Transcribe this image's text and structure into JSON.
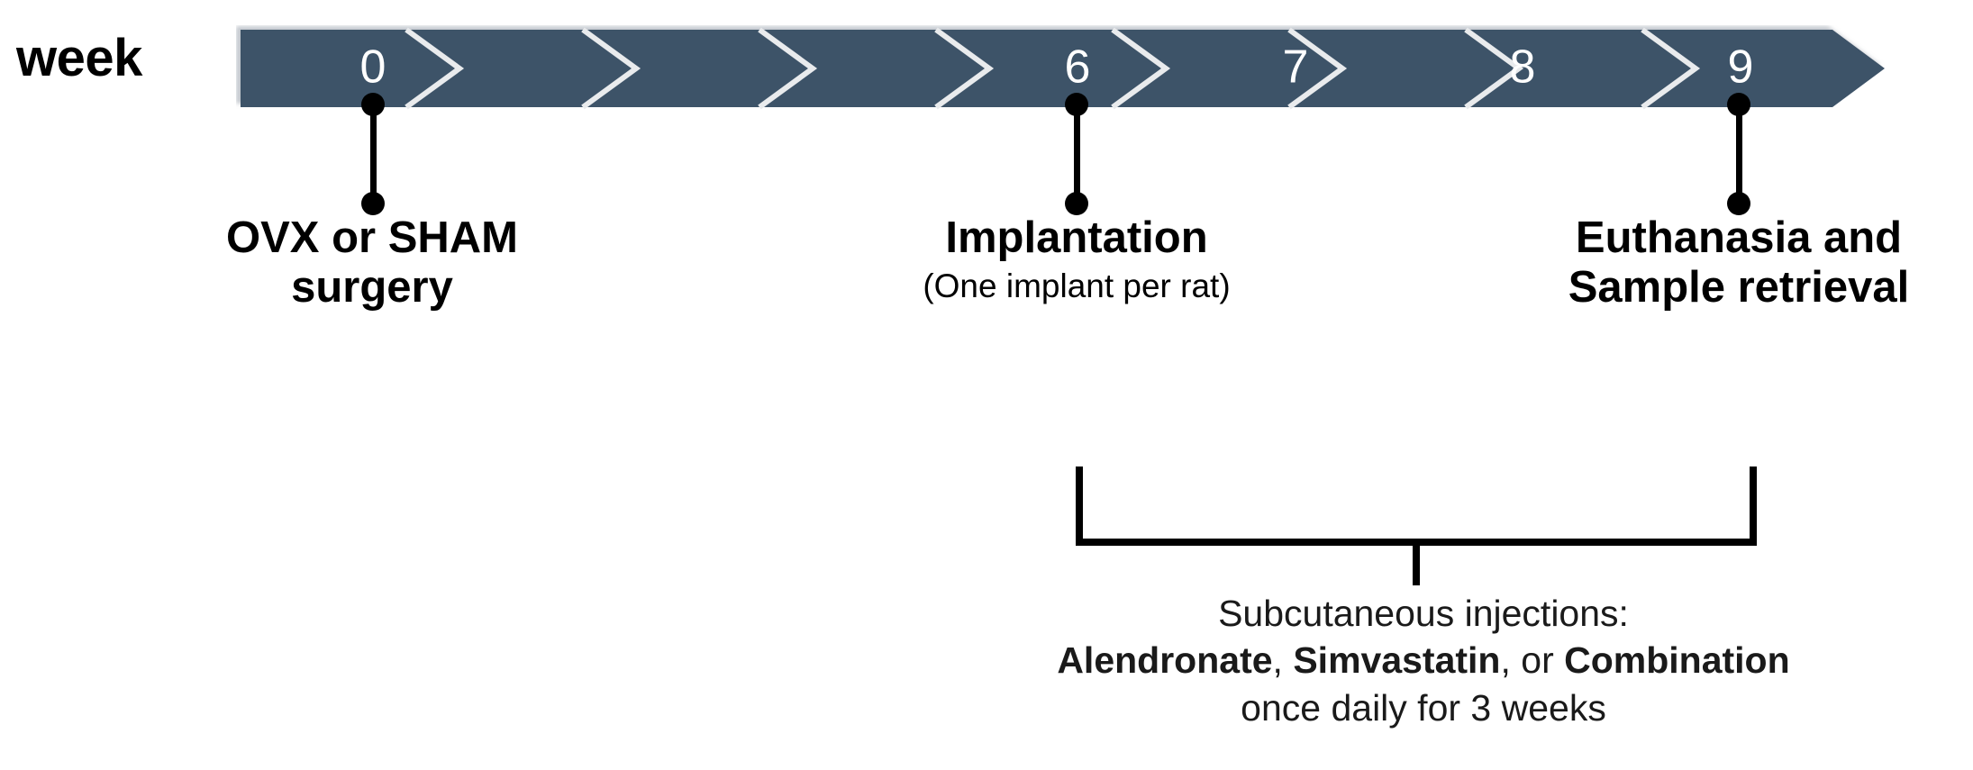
{
  "diagram": {
    "axis_label": "week",
    "timeline": {
      "ticks": [
        "0",
        "6",
        "7",
        "8",
        "9"
      ],
      "segment_count": 9,
      "bar_color": "#3d5368",
      "chevron_color": "#e8eaec",
      "tick_text_color": "#ffffff"
    },
    "milestones": [
      {
        "week": "0",
        "title_line1": "OVX or SHAM",
        "title_line2": "surgery",
        "subtitle": ""
      },
      {
        "week": "6",
        "title_line1": "Implantation",
        "title_line2": "",
        "subtitle": "(One implant per rat)"
      },
      {
        "week": "9",
        "title_line1": "Euthanasia and",
        "title_line2": "Sample retrieval",
        "subtitle": ""
      }
    ],
    "treatment_note": {
      "line1": "Subcutaneous injections:",
      "line2_parts": [
        {
          "text": "Alendronate",
          "bold": true
        },
        {
          "text": ", ",
          "bold": false
        },
        {
          "text": "Simvastatin",
          "bold": true
        },
        {
          "text": ", or ",
          "bold": false
        },
        {
          "text": "Combination",
          "bold": true
        }
      ],
      "line3": "once daily for 3 weeks"
    }
  }
}
